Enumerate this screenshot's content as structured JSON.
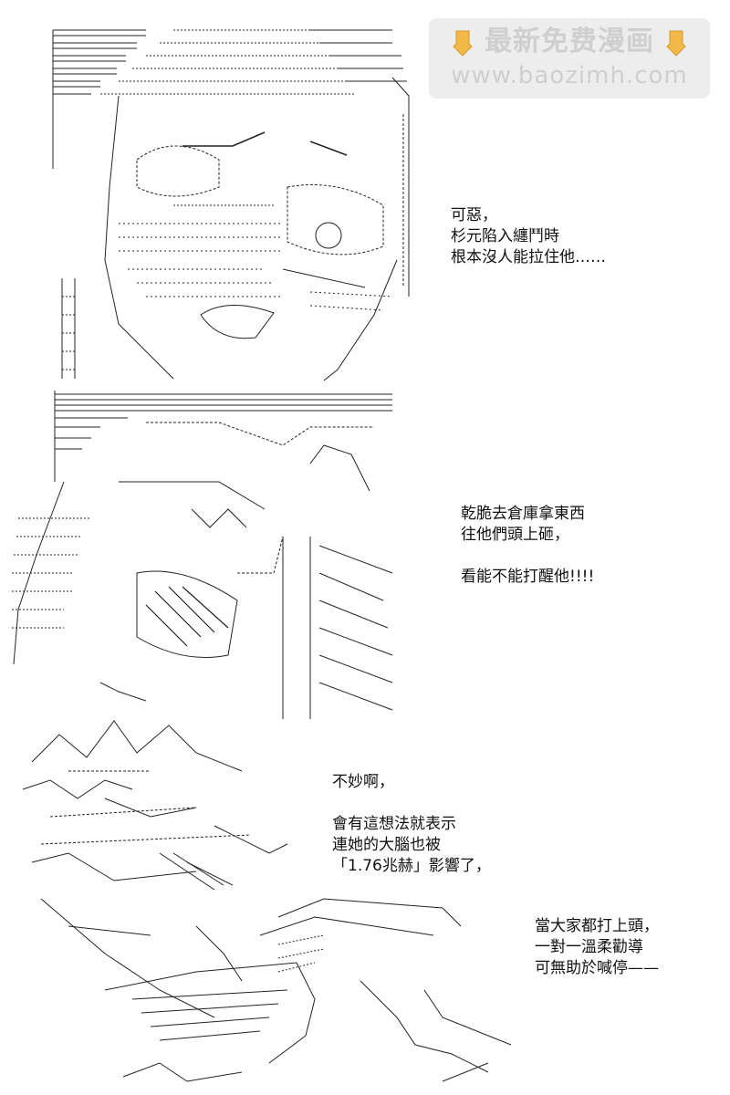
{
  "watermark": {
    "title": "最新免费漫画",
    "url": "www.baozimh.com",
    "icon": "pointing-down-hand-icon",
    "color": "#cccccc"
  },
  "panels": [
    {
      "id": "panel-1",
      "caption_lines": [
        "可惡，",
        "杉元陷入纏鬥時",
        "根本沒人能拉住他……"
      ]
    },
    {
      "id": "panel-2",
      "caption_lines": [
        "乾脆去倉庫拿東西",
        "往他們頭上砸，",
        "",
        "看能不能打醒他!!!!"
      ]
    },
    {
      "id": "panel-3",
      "caption_lines": [
        "不妙啊，",
        "",
        "會有這想法就表示",
        "連她的大腦也被",
        "「1.76兆赫」影響了，"
      ],
      "caption_lines_b": [
        "當大家都打上頭，",
        "一對一溫柔勸導",
        "可無助於喊停——"
      ]
    }
  ],
  "colors": {
    "ink": "#111111",
    "background": "#ffffff"
  }
}
